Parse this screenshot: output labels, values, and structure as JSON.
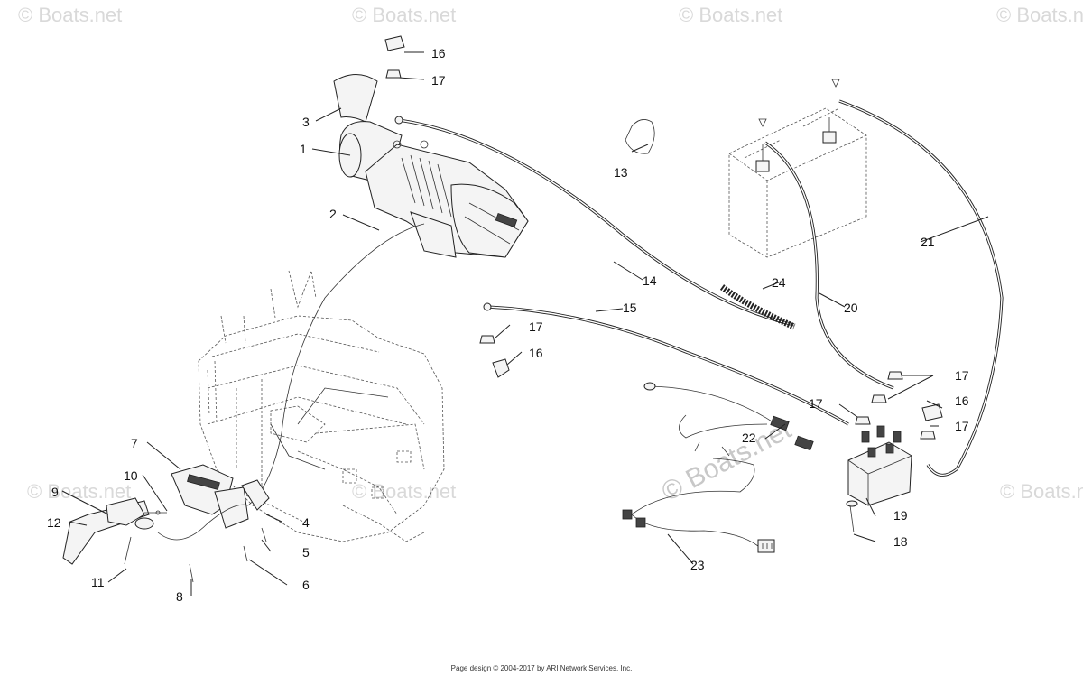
{
  "watermarks": {
    "text": "© Boats.net",
    "main_text": "© Boats.net"
  },
  "callouts": {
    "c1": "1",
    "c2": "2",
    "c3": "3",
    "c4": "4",
    "c5": "5",
    "c6": "6",
    "c7": "7",
    "c8": "8",
    "c9": "9",
    "c10": "10",
    "c11": "11",
    "c12": "12",
    "c13": "13",
    "c14": "14",
    "c15": "15",
    "c16a": "16",
    "c16b": "16",
    "c16c": "16",
    "c17a": "17",
    "c17b": "17",
    "c17c": "17",
    "c17d": "17",
    "c17e": "17",
    "c18": "18",
    "c19": "19",
    "c20": "20",
    "c21": "21",
    "c22": "22",
    "c23": "23",
    "c24": "24"
  },
  "footer": {
    "text": "Page design © 2004-2017 by ARI Network Services, Inc."
  }
}
